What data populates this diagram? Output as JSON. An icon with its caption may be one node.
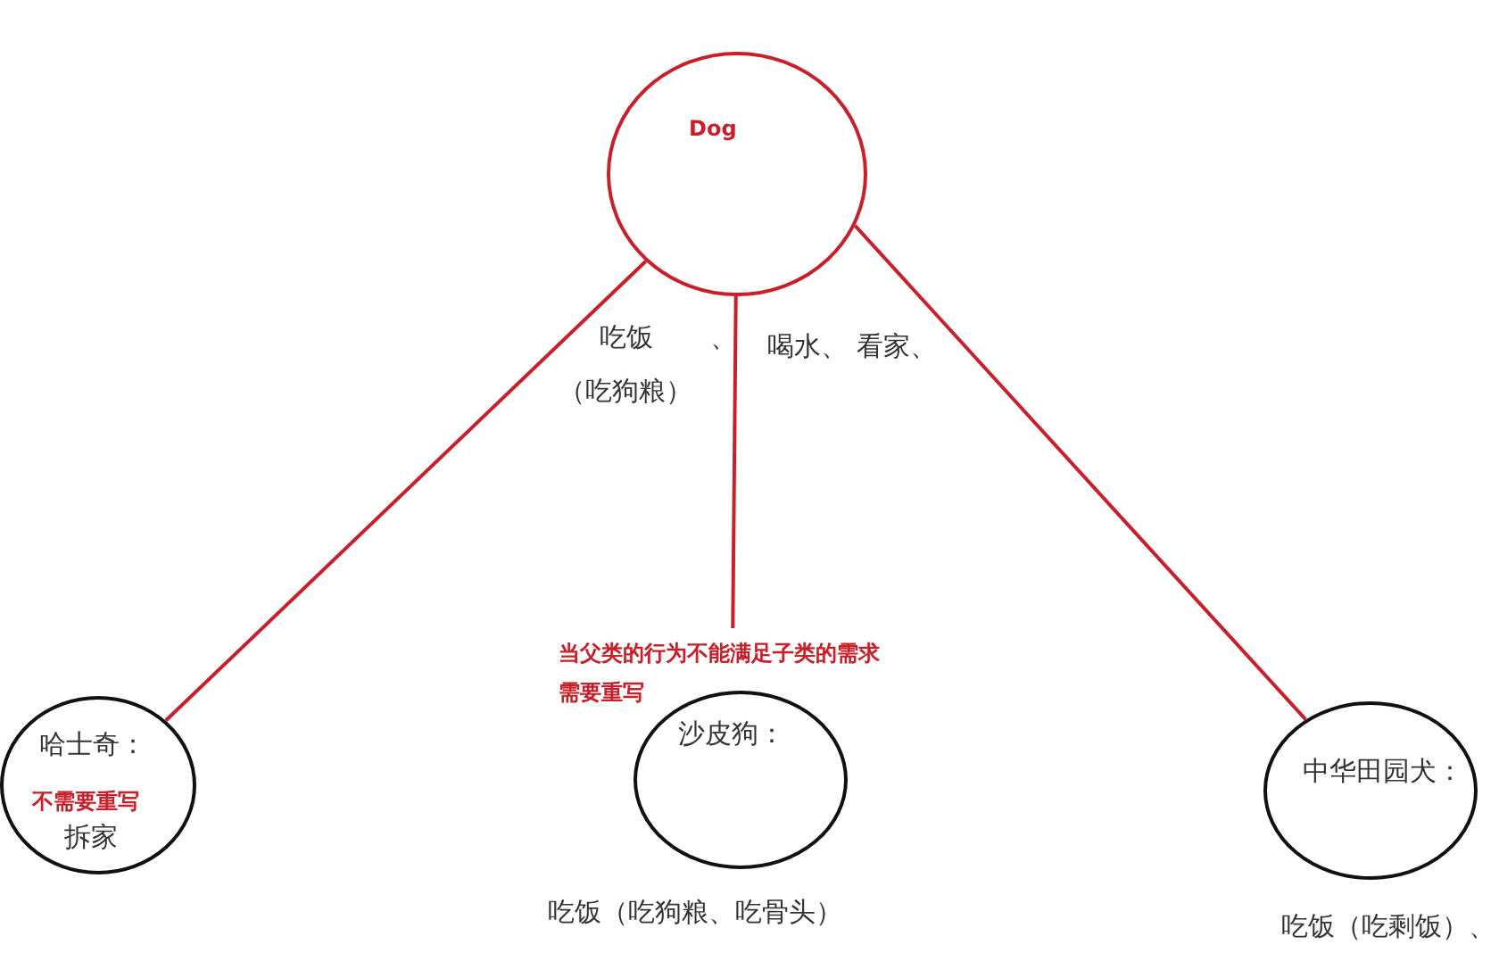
{
  "diagram": {
    "nodes": [
      {
        "text": [
          "Dog"
        ]
      },
      {
        "text": [
          "哈士奇：",
          "不需要重写",
          "拆家"
        ]
      },
      {
        "text": [
          "沙皮狗："
        ],
        "beside": [
          "当父类的行为不能满足子类的需求需要重写",
          "吃饭（吃狗粮、吃骨头）"
        ]
      },
      {
        "text": [
          "中华田园犬："
        ],
        "beside": [
          "吃饭（吃剩饭）、"
        ]
      }
    ],
    "edges": [
      {
        "from": 0,
        "to": 1,
        "arrow": "none"
      },
      {
        "from": 0,
        "to": 2,
        "arrow": "none"
      },
      {
        "from": 0,
        "to": 3,
        "arrow": "none"
      }
    ],
    "labels": [
      "吃饭",
      "、",
      "（吃狗粮）",
      "喝水、",
      "看家、"
    ]
  }
}
